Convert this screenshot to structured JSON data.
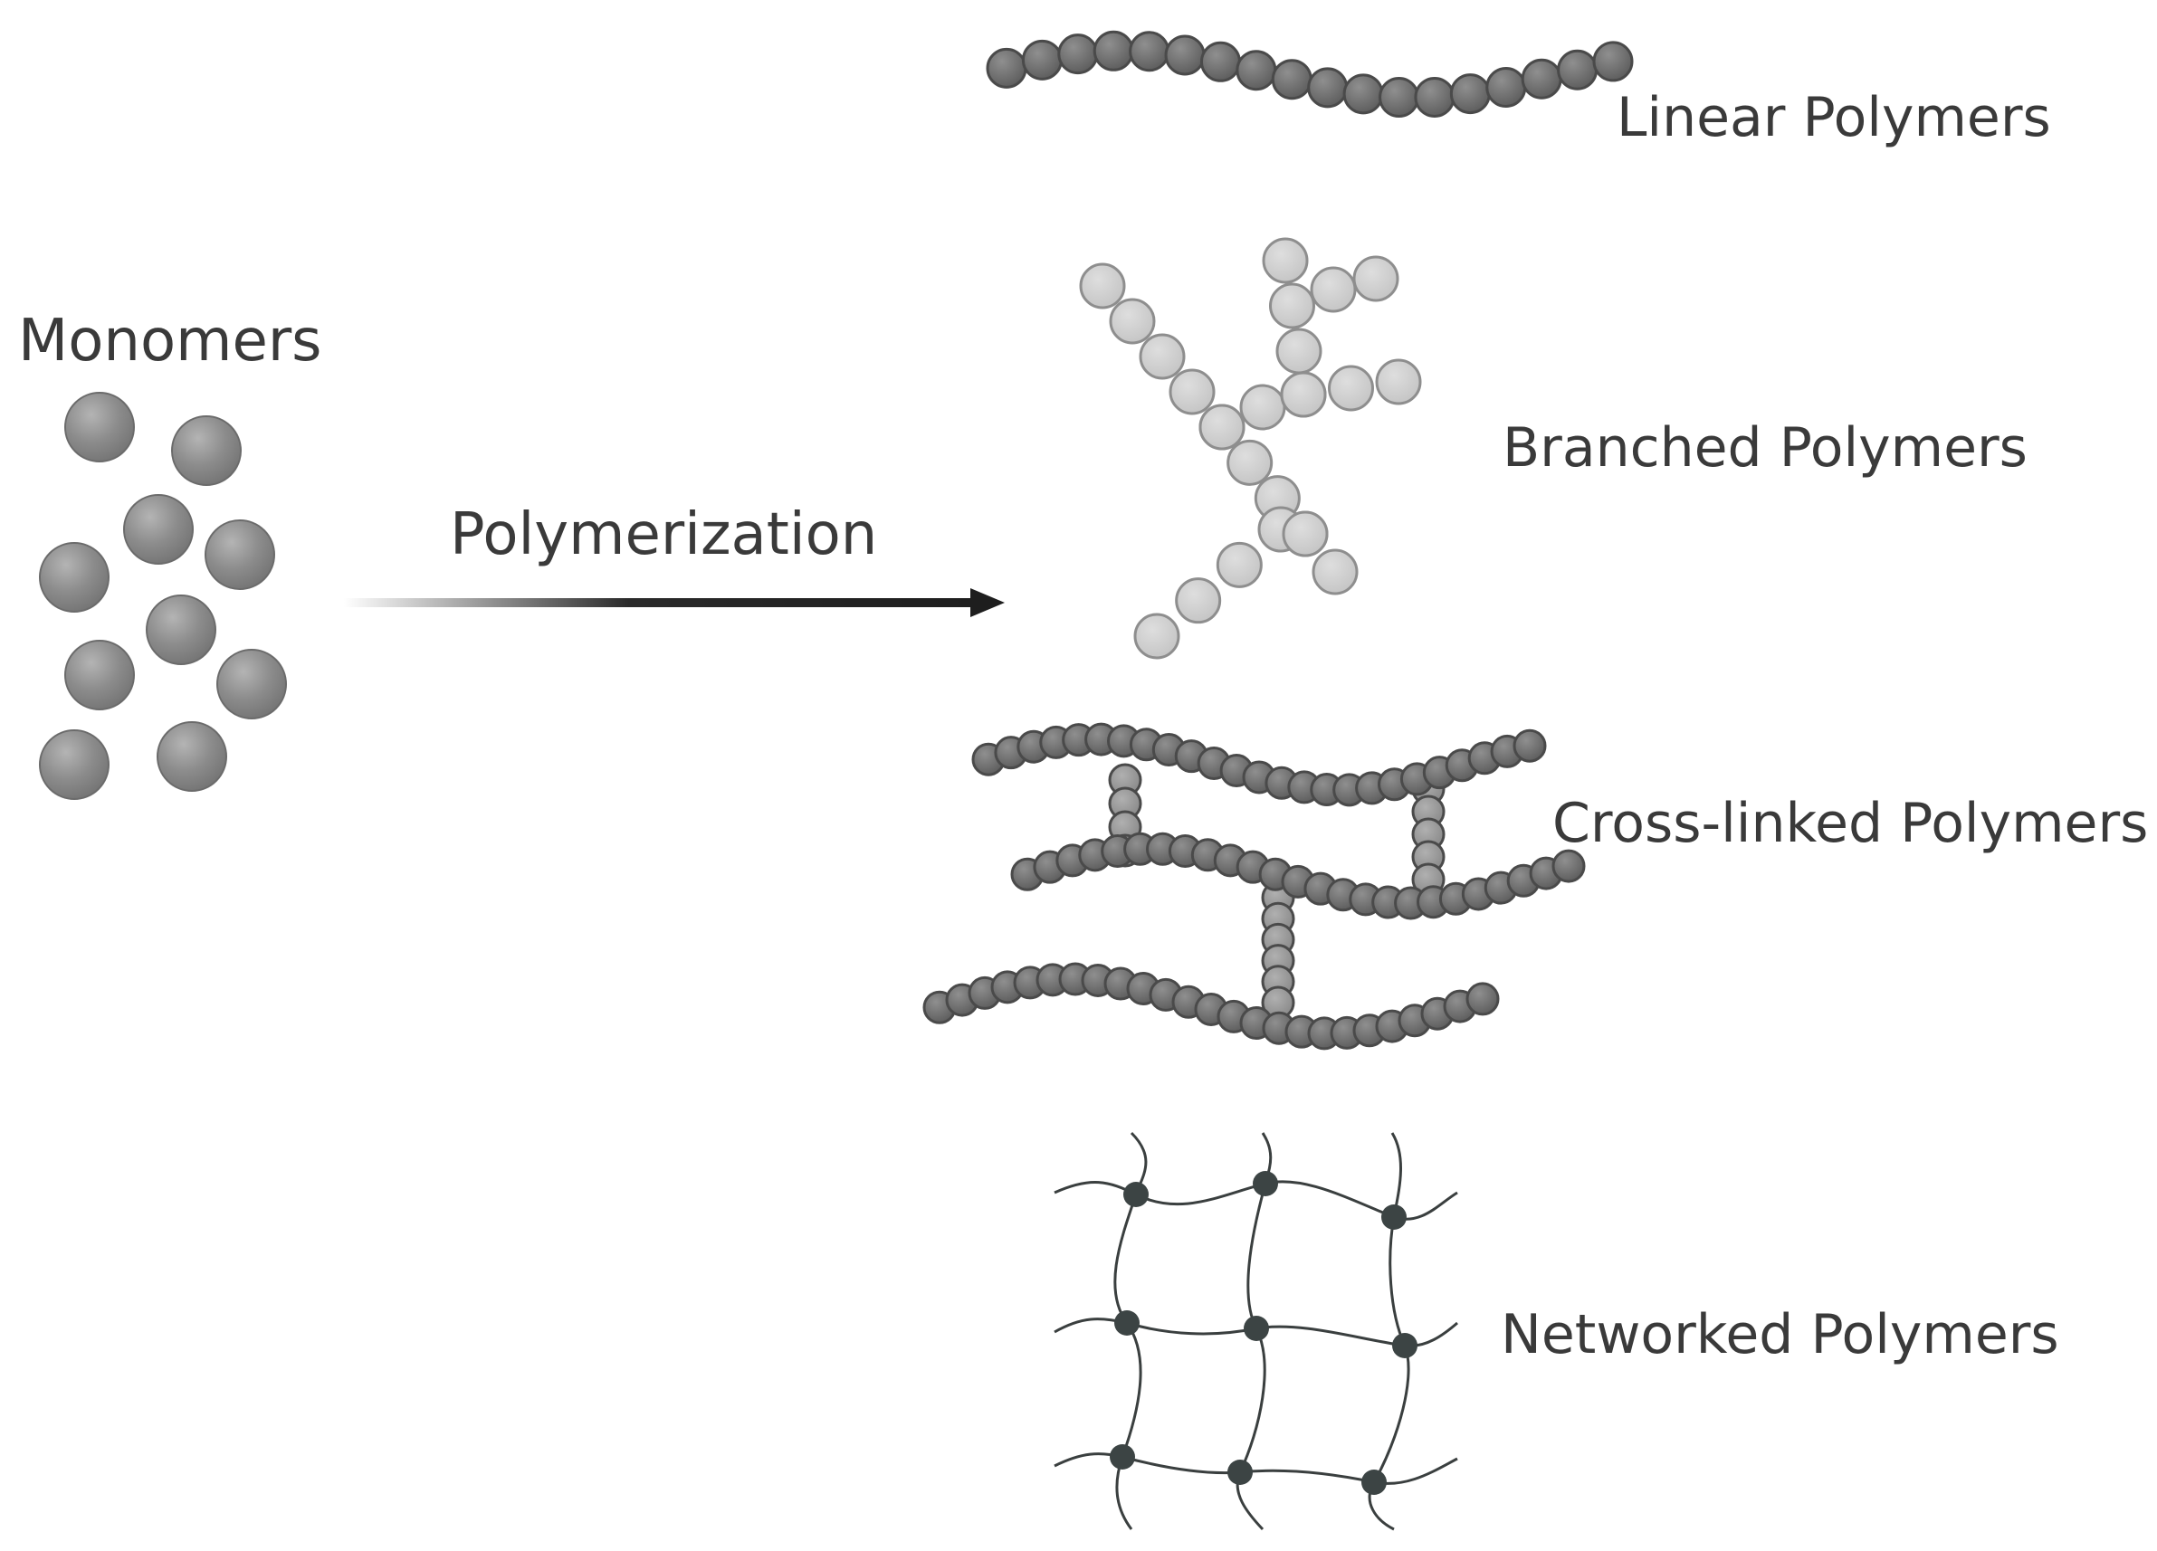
{
  "labels": {
    "monomers": "Monomers",
    "polymerization": "Polymerization",
    "linear": "Linear Polymers",
    "branched": "Branched Polymers",
    "cross_linked": "Cross-linked Polymers",
    "networked": "Networked Polymers"
  },
  "colors": {
    "monomer_fill": "#8a8a8a",
    "monomer_stroke": "#6b6b6b",
    "dark_bead": "#6e6e6e",
    "dark_bead_stroke": "#4a4a4a",
    "light_bead": "#cfcfcf",
    "light_bead_stroke": "#8e8e8e",
    "link_bead": "#9a9a9a",
    "network_node": "#3c4444",
    "text": "#3a3a3a",
    "arrow": "#1e1e1e"
  }
}
